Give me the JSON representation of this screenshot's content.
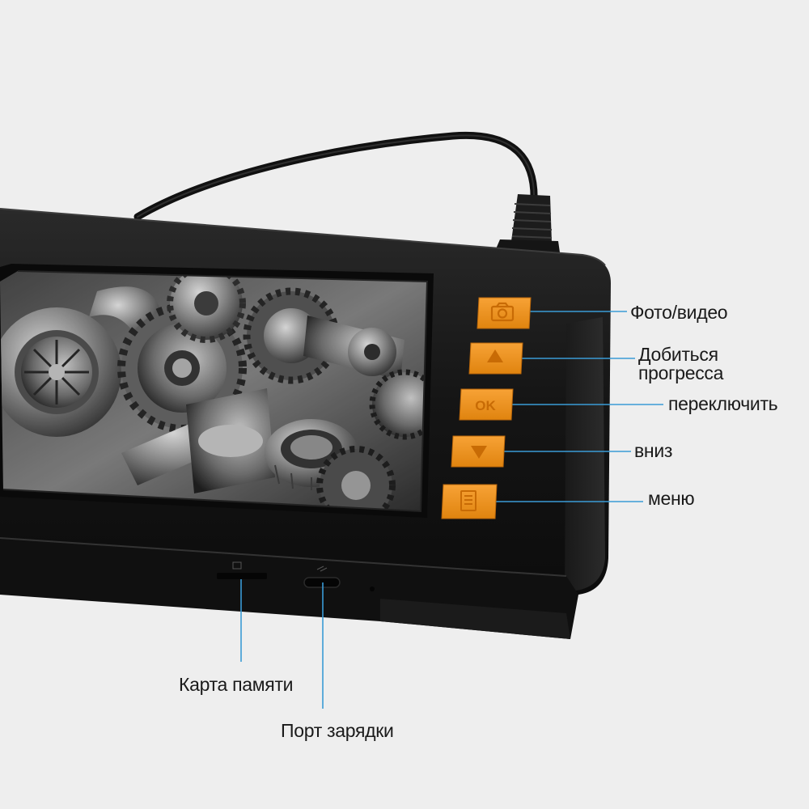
{
  "device": {
    "buttons": [
      {
        "id": "photo",
        "icon": "camera-icon"
      },
      {
        "id": "up",
        "icon": "triangle-up-icon"
      },
      {
        "id": "ok",
        "icon": "ok-text",
        "text": "OK"
      },
      {
        "id": "down",
        "icon": "triangle-down-icon"
      },
      {
        "id": "menu",
        "icon": "menu-list-icon"
      }
    ],
    "accent_color": "#f0921e",
    "body_color": "#151515",
    "screen_content": "metal-gears-turbo-image"
  },
  "labels": {
    "photo_video": "Фото/видео",
    "up_line1": "Добиться",
    "up_line2": "прогресса",
    "ok_switch": "переключить",
    "down": "вниз",
    "menu": "меню",
    "memory_card": "Карта памяти",
    "charging_port": "Порт зарядки"
  },
  "colors": {
    "background": "#eeeeee",
    "leader_line": "#3a9bd6"
  }
}
